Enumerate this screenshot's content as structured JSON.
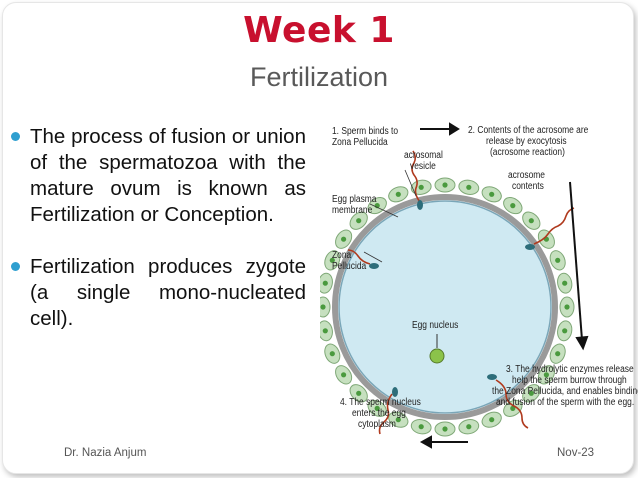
{
  "slide": {
    "title": "Week 1",
    "subtitle": "Fertilization",
    "bullets": [
      "The process of fusion or union of the spermatozoa with the mature ovum is known as Fertilization or Conception.",
      "Fertilization produces zygote (a single mono-nucleated cell)."
    ],
    "footer_left": "Dr. Nazia Anjum",
    "footer_right": "Nov-23",
    "colors": {
      "title": "#c8102e",
      "subtitle": "#595959",
      "bullet_dot": "#2f9fd0"
    }
  },
  "diagram": {
    "labels": {
      "step1_a": "1. Sperm binds to",
      "step1_b": "Zona Pellucida",
      "acrosomal_a": "acrosomal",
      "acrosomal_b": "vesicle",
      "egg_plasma_a": "Egg plasma",
      "egg_plasma_b": "membrane",
      "zona_a": "Zona",
      "zona_b": "Pellucida",
      "egg_nucleus": "Egg nucleus",
      "step2_a": "2. Contents of the acrosome are",
      "step2_b": "release by exocytosis",
      "step2_c": "(acrosome reaction)",
      "acrosome_a": "acrosome",
      "acrosome_b": "contents",
      "step3_a": "3. The hydrolytic enzymes release",
      "step3_b": "help the sperm burrow through",
      "step3_c": "the Zona Pellucida, and enables binding",
      "step3_d": "and fusion of the sperm with the egg.",
      "step4_a": "4. The sperm nucleus",
      "step4_b": "enters the egg",
      "step4_c": "cytoplasm"
    },
    "colors": {
      "egg": "#cfe9f2",
      "zona": "#9a9a9a",
      "follicle": "#c6e0bf",
      "follicle_nucleus": "#4a9a3e",
      "sperm": "#b03a1e",
      "nucleus": "#8bc34a"
    }
  }
}
